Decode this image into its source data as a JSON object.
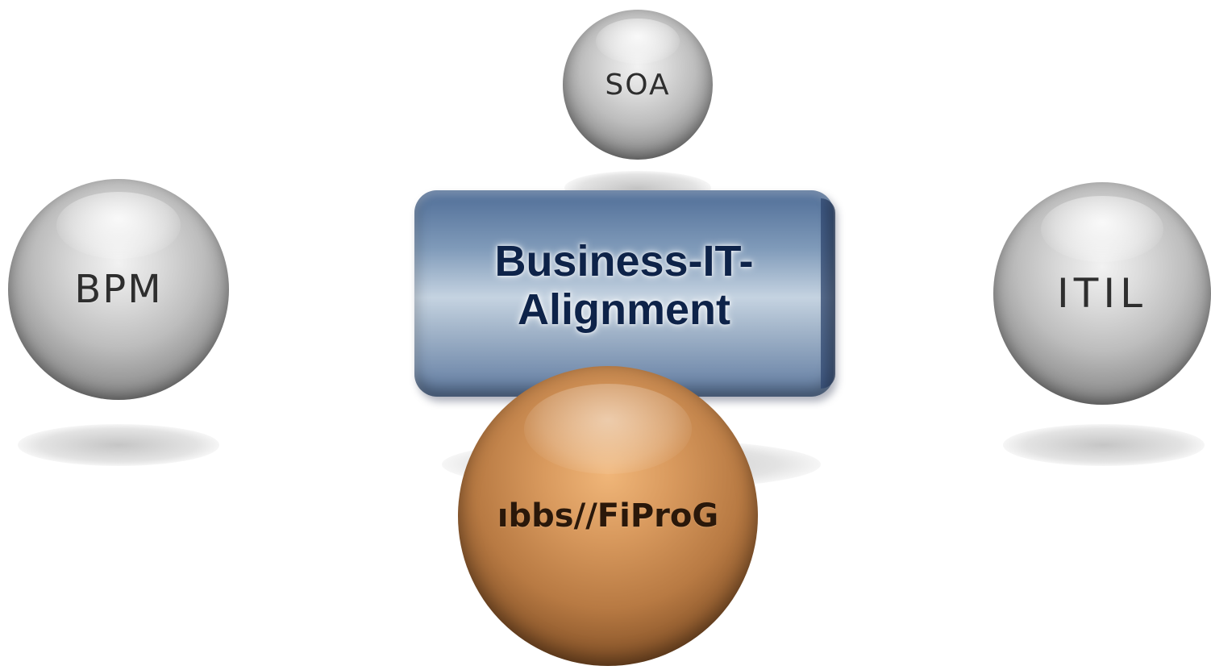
{
  "diagram": {
    "center": {
      "line1": "Business-IT-",
      "line2": "Alignment"
    },
    "spheres": {
      "top": "SOA",
      "left": "BPM",
      "right": "ITIL",
      "bottom": "ıbbs//FiProG"
    },
    "colors": {
      "center_box": "#6d88ad",
      "center_text": "#0e2349",
      "gray_sphere": "#bdbdbd",
      "copper_sphere": "#c88a50"
    }
  }
}
